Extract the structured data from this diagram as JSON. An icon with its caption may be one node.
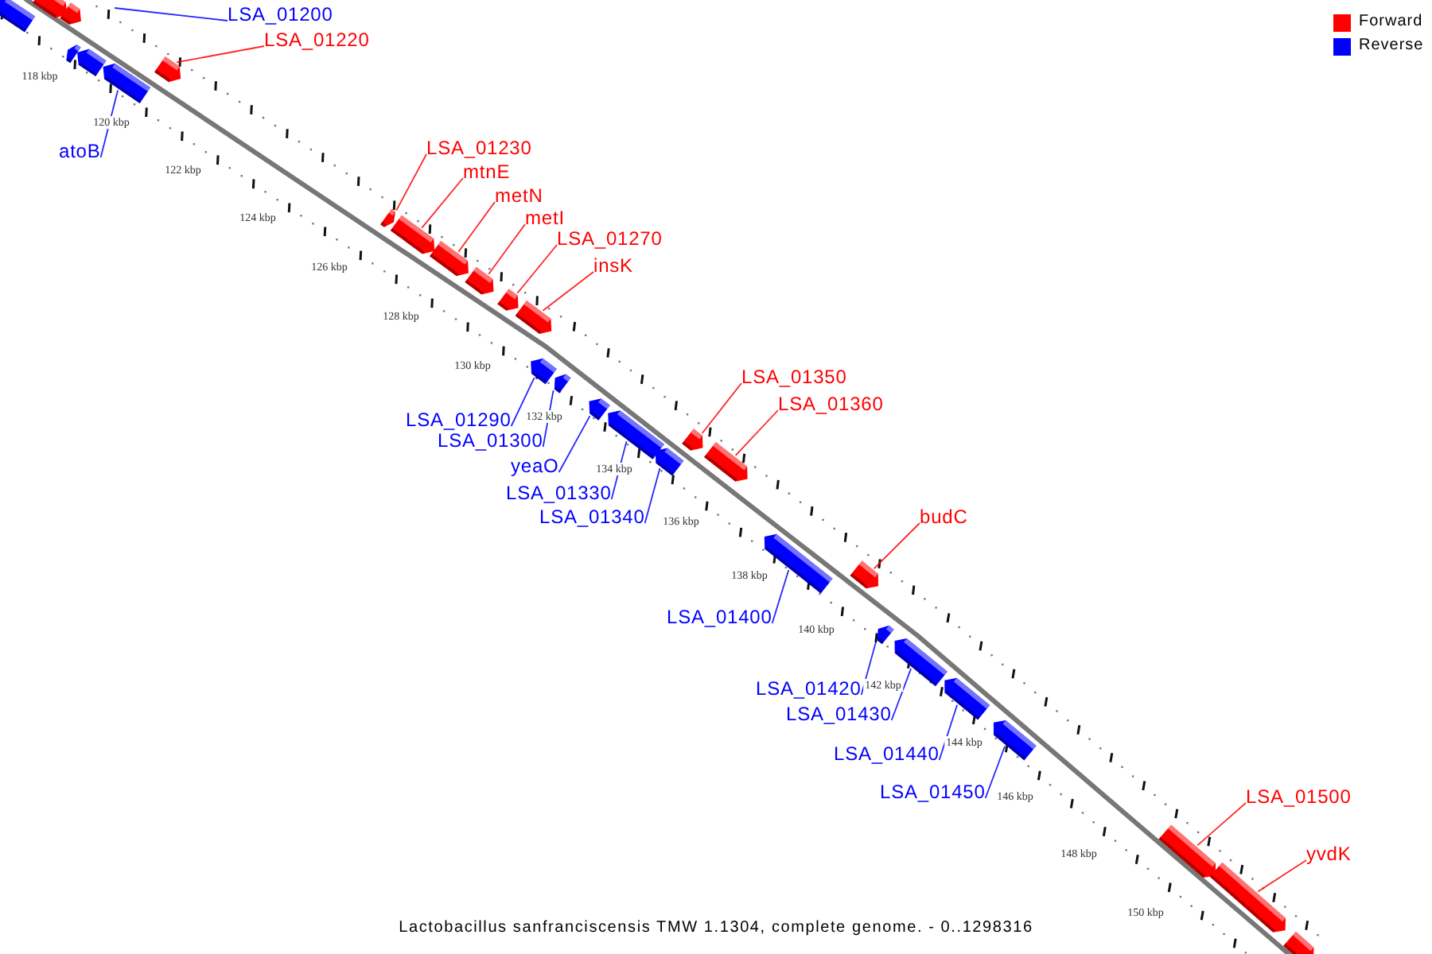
{
  "diagram": {
    "caption": "Lactobacillus sanfranciscensis TMW 1.1304, complete genome. - 0..1298316",
    "nodes": [
      {
        "text": [],
        "shape": "bar"
      },
      {
        "text": [],
        "shape": "bar"
      },
      {
        "text": [],
        "shape": "bar"
      },
      {
        "text": [
          "LSA_01200"
        ]
      },
      {
        "text": [
          "LSA_01220"
        ]
      },
      {
        "text": [],
        "shape": "bar"
      },
      {
        "text": [],
        "shape": "bar"
      },
      {
        "text": [],
        "shape": "bar"
      },
      {
        "text": [],
        "shape": "bar"
      },
      {
        "text": [
          "atoB"
        ]
      },
      {
        "text": [],
        "shape": "bar"
      },
      {
        "text": [],
        "shape": "bar"
      },
      {
        "text": [],
        "shape": "bar"
      },
      {
        "text": [],
        "shape": "bar"
      },
      {
        "text": [],
        "shape": "bar"
      },
      {
        "text": [],
        "shape": "bar"
      },
      {
        "text": [
          "LSA_01230"
        ]
      },
      {
        "text": [
          "mtnE"
        ]
      },
      {
        "text": [
          "metN"
        ]
      },
      {
        "text": [
          "metI"
        ]
      },
      {
        "text": [
          "LSA_01270"
        ]
      },
      {
        "text": [
          "insK"
        ]
      },
      {
        "text": [],
        "shape": "bar"
      },
      {
        "text": [],
        "shape": "bar"
      },
      {
        "text": [
          "LSA_01290"
        ]
      },
      {
        "text": [
          "LSA_01300"
        ]
      },
      {
        "text": [],
        "shape": "bar"
      },
      {
        "text": [],
        "shape": "bar"
      },
      {
        "text": [],
        "shape": "bar"
      },
      {
        "text": [
          "yeaO"
        ]
      },
      {
        "text": [
          "LSA_01330"
        ]
      },
      {
        "text": [
          "LSA_01340"
        ]
      },
      {
        "text": [
          "LSA_01350"
        ]
      },
      {
        "text": [
          "LSA_01360"
        ]
      },
      {
        "text": [],
        "shape": "bar"
      },
      {
        "text": [],
        "shape": "bar"
      },
      {
        "text": [
          "budC"
        ]
      },
      {
        "text": [],
        "shape": "bar"
      },
      {
        "text": [],
        "shape": "bar"
      },
      {
        "text": [
          "LSA_01400"
        ]
      },
      {
        "text": [],
        "shape": "bar"
      },
      {
        "text": [],
        "shape": "bar"
      },
      {
        "text": [],
        "shape": "bar"
      },
      {
        "text": [],
        "shape": "bar"
      },
      {
        "text": [
          "LSA_01420"
        ]
      },
      {
        "text": [
          "LSA_01430"
        ]
      },
      {
        "text": [
          "LSA_01440"
        ]
      },
      {
        "text": [
          "LSA_01450"
        ]
      },
      {
        "text": [
          "LSA_01500"
        ]
      },
      {
        "text": [],
        "shape": "bar"
      },
      {
        "text": [
          "yvdK"
        ]
      },
      {
        "text": [],
        "shape": "bar"
      },
      {
        "text": [],
        "shape": "bar"
      }
    ],
    "edges": [
      {
        "from": 3,
        "to": null,
        "arrow": "none",
        "color": "#0000ff"
      },
      {
        "from": 4,
        "to": 5,
        "arrow": "none",
        "color": "#ff0000"
      },
      {
        "from": 9,
        "to": 8,
        "arrow": "none",
        "color": "#0000ff"
      },
      {
        "from": 16,
        "to": 10,
        "arrow": "none",
        "color": "#ff0000"
      },
      {
        "from": 17,
        "to": 11,
        "arrow": "none",
        "color": "#ff0000"
      },
      {
        "from": 18,
        "to": 12,
        "arrow": "none",
        "color": "#ff0000"
      },
      {
        "from": 19,
        "to": 13,
        "arrow": "none",
        "color": "#ff0000"
      },
      {
        "from": 20,
        "to": 14,
        "arrow": "none",
        "color": "#ff0000"
      },
      {
        "from": 21,
        "to": 15,
        "arrow": "none",
        "color": "#ff0000"
      },
      {
        "from": 24,
        "to": 22,
        "arrow": "none",
        "color": "#0000ff"
      },
      {
        "from": 25,
        "to": 23,
        "arrow": "none",
        "color": "#0000ff"
      },
      {
        "from": 29,
        "to": 26,
        "arrow": "none",
        "color": "#0000ff"
      },
      {
        "from": 30,
        "to": 27,
        "arrow": "none",
        "color": "#0000ff"
      },
      {
        "from": 31,
        "to": 28,
        "arrow": "none",
        "color": "#0000ff"
      },
      {
        "from": 32,
        "to": 34,
        "arrow": "none",
        "color": "#ff0000"
      },
      {
        "from": 33,
        "to": 35,
        "arrow": "none",
        "color": "#ff0000"
      },
      {
        "from": 36,
        "to": 37,
        "arrow": "none",
        "color": "#ff0000"
      },
      {
        "from": 39,
        "to": 38,
        "arrow": "none",
        "color": "#0000ff"
      },
      {
        "from": 44,
        "to": 40,
        "arrow": "none",
        "color": "#0000ff"
      },
      {
        "from": 45,
        "to": 41,
        "arrow": "none",
        "color": "#0000ff"
      },
      {
        "from": 46,
        "to": 42,
        "arrow": "none",
        "color": "#0000ff"
      },
      {
        "from": 47,
        "to": 43,
        "arrow": "none",
        "color": "#0000ff"
      },
      {
        "from": 48,
        "to": 49,
        "arrow": "none",
        "color": "#ff0000"
      },
      {
        "from": 50,
        "to": 51,
        "arrow": "none",
        "color": "#ff0000"
      }
    ],
    "labels": [
      "118 kbp",
      "120 kbp",
      "122 kbp",
      "124 kbp",
      "126 kbp",
      "128 kbp",
      "130 kbp",
      "132 kbp",
      "134 kbp",
      "136 kbp",
      "138 kbp",
      "140 kbp",
      "142 kbp",
      "144 kbp",
      "146 kbp",
      "148 kbp",
      "150 kbp"
    ],
    "legend": [
      {
        "text": "Forward",
        "color": "#ff0000"
      },
      {
        "text": "Reverse",
        "color": "#0000ff"
      }
    ]
  }
}
